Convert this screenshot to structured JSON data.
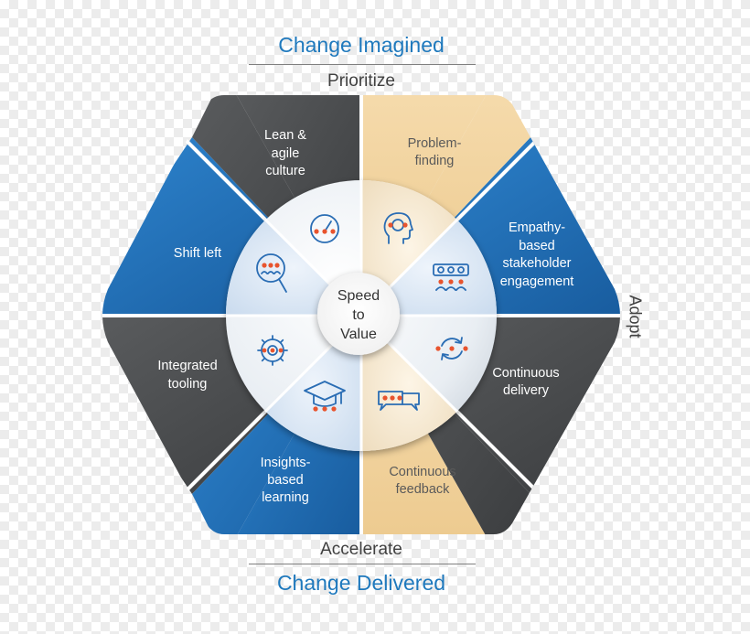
{
  "header": {
    "title_top": "Change Imagined",
    "label_top": "Prioritize",
    "label_bottom": "Accelerate",
    "title_bottom": "Change Delivered",
    "label_right": "Adopt"
  },
  "center": {
    "lines": [
      "Speed",
      "to",
      "Value"
    ]
  },
  "segments": [
    {
      "lines": [
        "Lean &",
        "agile",
        "culture"
      ],
      "icon": "gauge-icon"
    },
    {
      "lines": [
        "Problem-",
        "finding"
      ],
      "icon": "head-idea-icon"
    },
    {
      "lines": [
        "Empathy-",
        "based",
        "stakeholder",
        "engagement"
      ],
      "icon": "people-ideas-icon"
    },
    {
      "lines": [
        "Continuous",
        "delivery"
      ],
      "icon": "cycle-arrows-icon"
    },
    {
      "lines": [
        "Continuous",
        "feedback"
      ],
      "icon": "chat-bubbles-icon"
    },
    {
      "lines": [
        "Insights-",
        "based",
        "learning"
      ],
      "icon": "graduation-cap-icon"
    },
    {
      "lines": [
        "Integrated",
        "tooling"
      ],
      "icon": "gear-icon"
    },
    {
      "lines": [
        "Shift left"
      ],
      "icon": "magnifier-people-icon"
    }
  ],
  "colors": {
    "blue": "#1f6fb8",
    "gray": "#4b4d4f",
    "tan": "#f2d4a0",
    "heading": "#1f79bd"
  }
}
